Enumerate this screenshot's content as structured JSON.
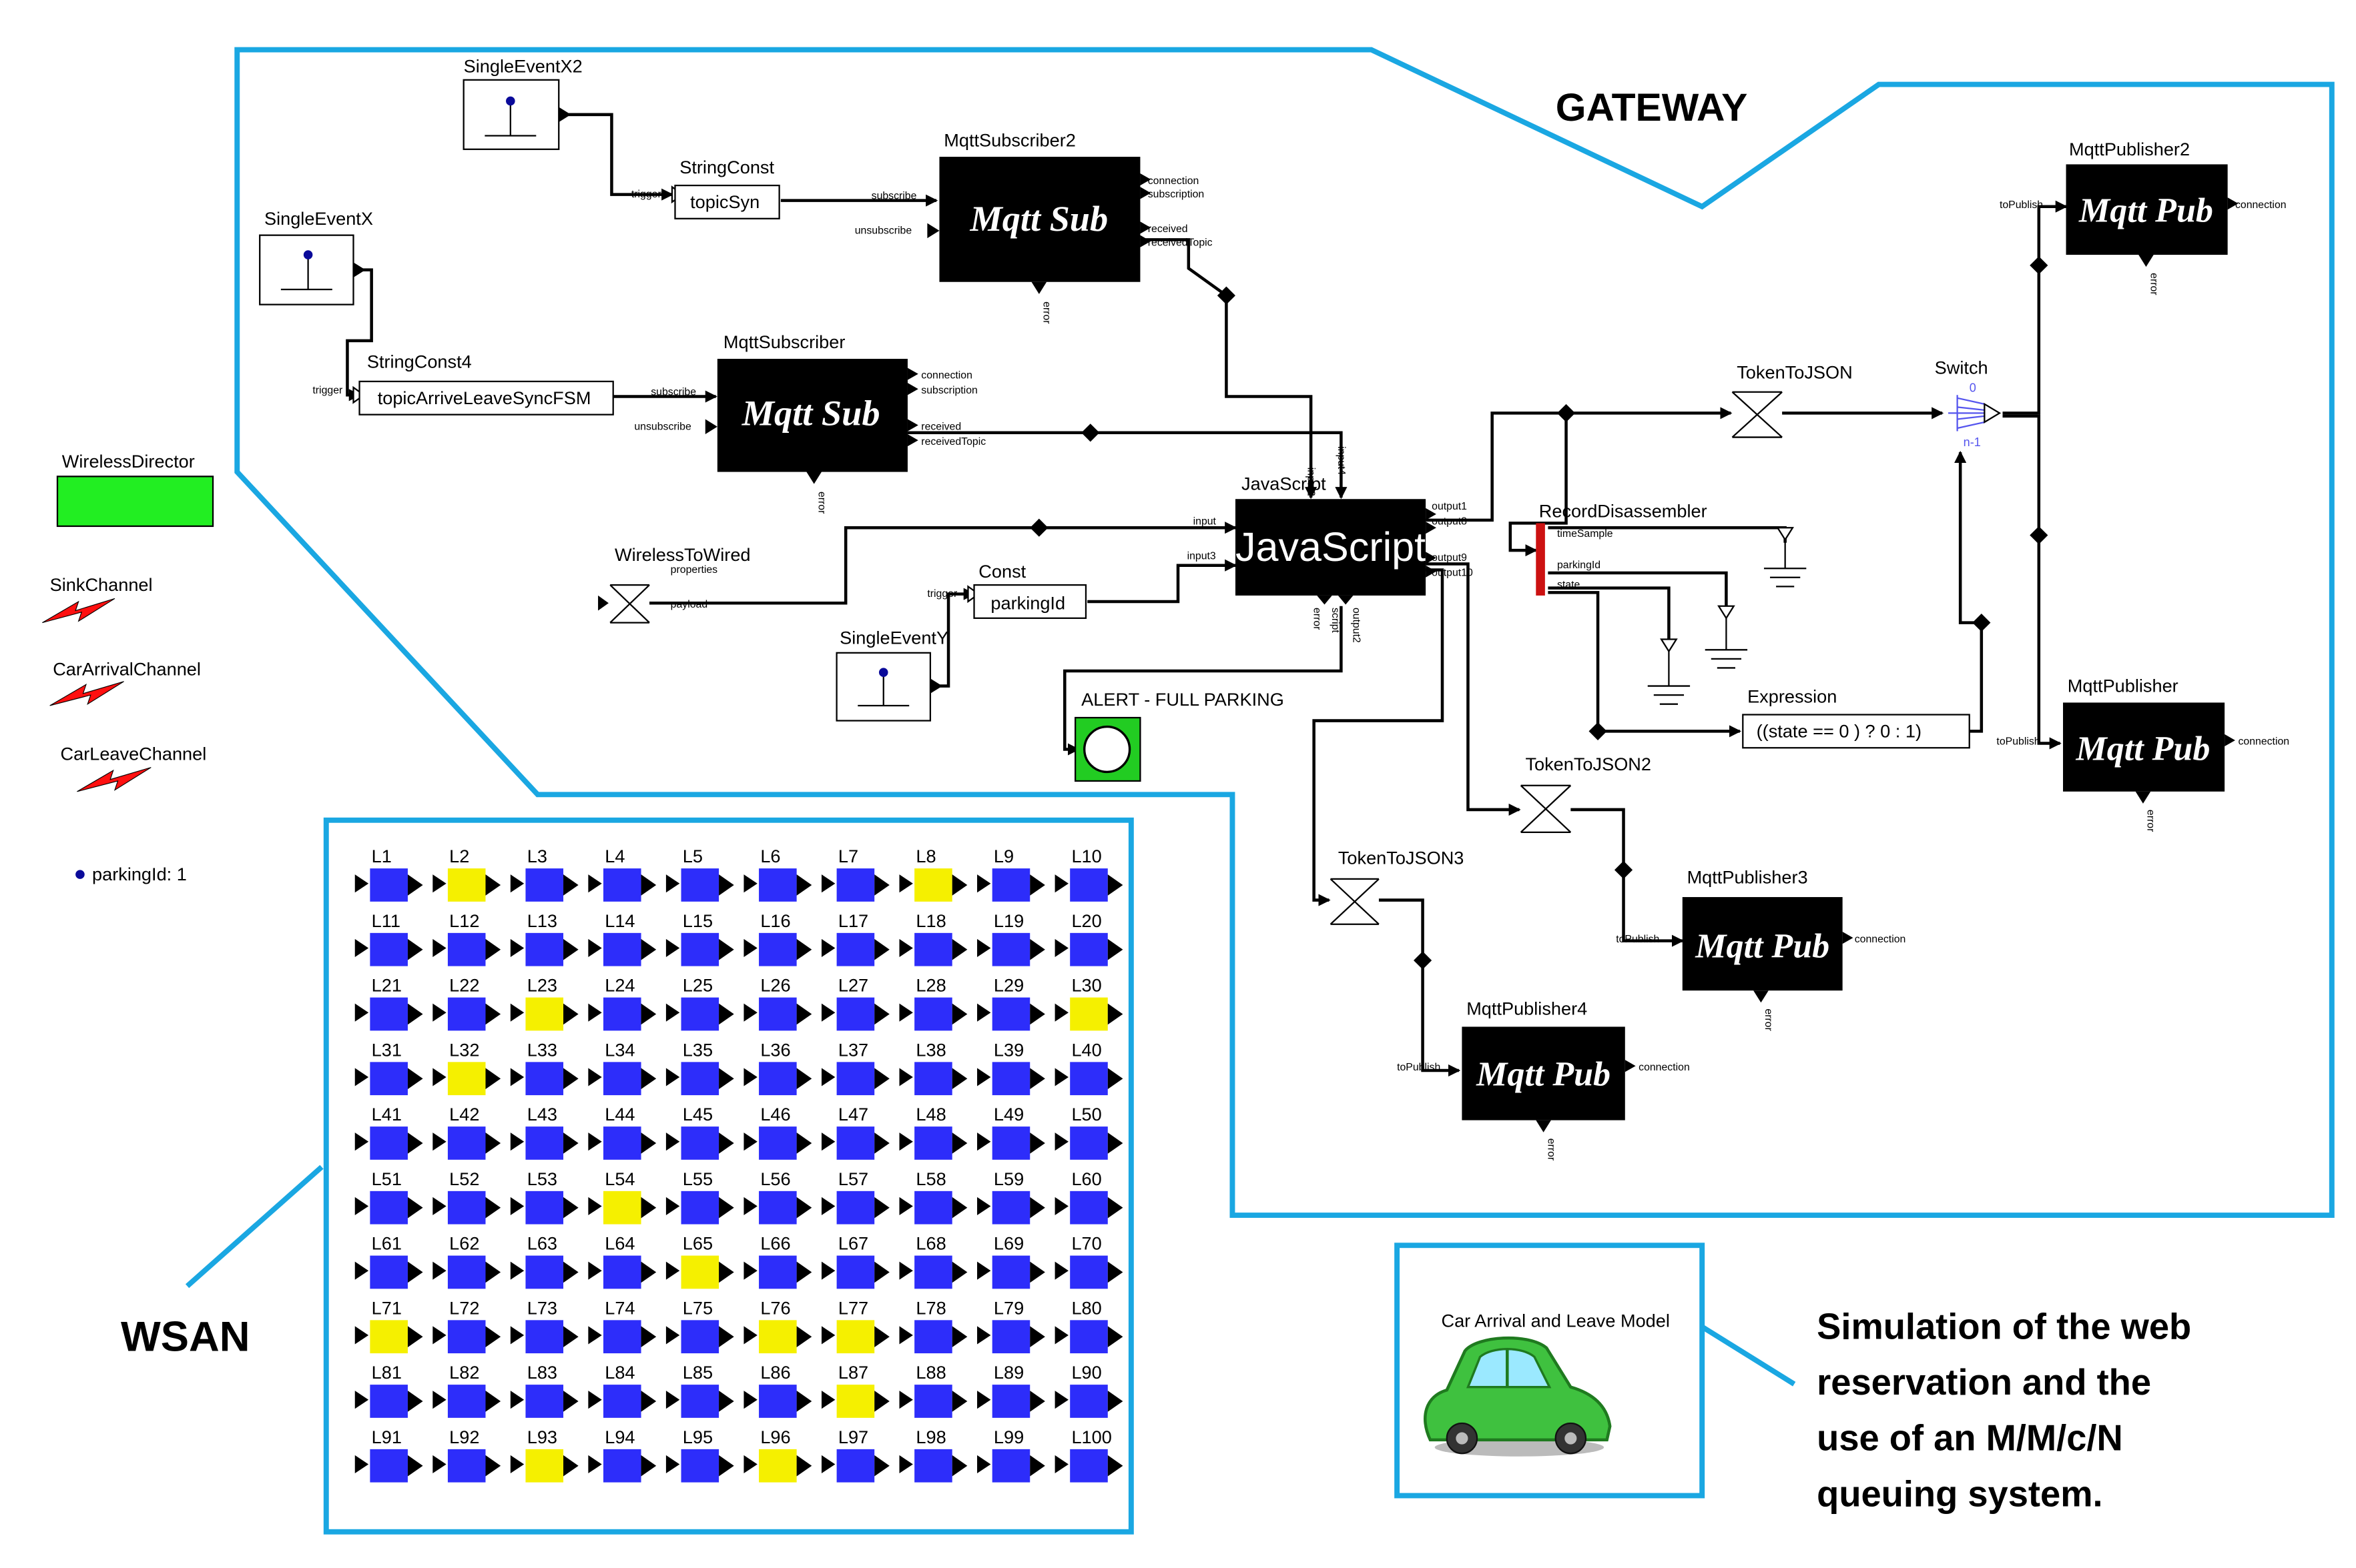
{
  "colors": {
    "frame": "#1aa7e2",
    "actor": "#000000",
    "cell_free": "#2d2dfa",
    "cell_occupied": "#f5f000",
    "director": "#22ee22",
    "alert_bg": "#22cc22",
    "lightning": "#ff1010",
    "switch": "#5555ee",
    "record_bar": "#cc1111"
  },
  "labels": {
    "gateway": "GATEWAY",
    "wsan": "WSAN",
    "caption": [
      "Simulation of the web",
      "reservation and the",
      "use of an M/M/c/N",
      "queuing system."
    ]
  },
  "palette": {
    "wireless_director": "WirelessDirector",
    "sink_channel": "SinkChannel",
    "car_arrival_channel": "CarArrivalChannel",
    "car_leave_channel": "CarLeaveChannel",
    "parameter": "parkingId: 1"
  },
  "actors": {
    "single_event_x2": "SingleEventX2",
    "single_event_x": "SingleEventX",
    "single_event_y": "SingleEventY",
    "string_const": {
      "title": "StringConst",
      "value": "topicSyn"
    },
    "string_const4": {
      "title": "StringConst4",
      "value": "topicArriveLeaveSyncFSM"
    },
    "const": {
      "title": "Const",
      "value": "parkingId"
    },
    "mqtt_subscriber2": {
      "title": "MqttSubscriber2",
      "text": "Mqtt Sub"
    },
    "mqtt_subscriber": {
      "title": "MqttSubscriber",
      "text": "Mqtt Sub"
    },
    "wireless_to_wired": "WirelessToWired",
    "javascript": {
      "title": "JavaScript",
      "text": "JavaScript"
    },
    "alert": "ALERT - FULL PARKING",
    "token_to_json": "TokenToJSON",
    "token_to_json2": "TokenToJSON2",
    "token_to_json3": "TokenToJSON3",
    "record_disassembler": "RecordDisassembler",
    "expression": {
      "title": "Expression",
      "value": "((state == 0 ) ? 0 : 1)"
    },
    "switch": "Switch",
    "mqtt_publisher2": {
      "title": "MqttPublisher2",
      "text": "Mqtt Pub"
    },
    "mqtt_publisher": {
      "title": "MqttPublisher",
      "text": "Mqtt Pub"
    },
    "mqtt_publisher3": {
      "title": "MqttPublisher3",
      "text": "Mqtt Pub"
    },
    "mqtt_publisher4": {
      "title": "MqttPublisher4",
      "text": "Mqtt Pub"
    }
  },
  "ports": {
    "trigger": "trigger",
    "subscribe": "subscribe",
    "unsubscribe": "unsubscribe",
    "connection": "connection",
    "subscription": "subscription",
    "received": "received",
    "receivedTopic": "receivedTopic",
    "error": "error",
    "input": "input",
    "input2": "input2",
    "input3": "input3",
    "input4": "input4",
    "output1": "output1",
    "output2": "output2",
    "output8": "output8",
    "output9": "output9",
    "output10": "output10",
    "script": "script",
    "properties": "properties",
    "payload": "payload",
    "timeSample": "timeSample",
    "parkingId": "parkingId",
    "state": "state",
    "toPublish": "toPublish",
    "switch_0": "0",
    "switch_n": "n-1"
  },
  "car_model_label": "Car Arrival and Leave Model",
  "wsan": {
    "cells": [
      {
        "label": "L1",
        "occupied": false
      },
      {
        "label": "L2",
        "occupied": true
      },
      {
        "label": "L3",
        "occupied": false
      },
      {
        "label": "L4",
        "occupied": false
      },
      {
        "label": "L5",
        "occupied": false
      },
      {
        "label": "L6",
        "occupied": false
      },
      {
        "label": "L7",
        "occupied": false
      },
      {
        "label": "L8",
        "occupied": true
      },
      {
        "label": "L9",
        "occupied": false
      },
      {
        "label": "L10",
        "occupied": false
      },
      {
        "label": "L11",
        "occupied": false
      },
      {
        "label": "L12",
        "occupied": false
      },
      {
        "label": "L13",
        "occupied": false
      },
      {
        "label": "L14",
        "occupied": false
      },
      {
        "label": "L15",
        "occupied": false
      },
      {
        "label": "L16",
        "occupied": false
      },
      {
        "label": "L17",
        "occupied": false
      },
      {
        "label": "L18",
        "occupied": false
      },
      {
        "label": "L19",
        "occupied": false
      },
      {
        "label": "L20",
        "occupied": false
      },
      {
        "label": "L21",
        "occupied": false
      },
      {
        "label": "L22",
        "occupied": false
      },
      {
        "label": "L23",
        "occupied": true
      },
      {
        "label": "L24",
        "occupied": false
      },
      {
        "label": "L25",
        "occupied": false
      },
      {
        "label": "L26",
        "occupied": false
      },
      {
        "label": "L27",
        "occupied": false
      },
      {
        "label": "L28",
        "occupied": false
      },
      {
        "label": "L29",
        "occupied": false
      },
      {
        "label": "L30",
        "occupied": true
      },
      {
        "label": "L31",
        "occupied": false
      },
      {
        "label": "L32",
        "occupied": true
      },
      {
        "label": "L33",
        "occupied": false
      },
      {
        "label": "L34",
        "occupied": false
      },
      {
        "label": "L35",
        "occupied": false
      },
      {
        "label": "L36",
        "occupied": false
      },
      {
        "label": "L37",
        "occupied": false
      },
      {
        "label": "L38",
        "occupied": false
      },
      {
        "label": "L39",
        "occupied": false
      },
      {
        "label": "L40",
        "occupied": false
      },
      {
        "label": "L41",
        "occupied": false
      },
      {
        "label": "L42",
        "occupied": false
      },
      {
        "label": "L43",
        "occupied": false
      },
      {
        "label": "L44",
        "occupied": false
      },
      {
        "label": "L45",
        "occupied": false
      },
      {
        "label": "L46",
        "occupied": false
      },
      {
        "label": "L47",
        "occupied": false
      },
      {
        "label": "L48",
        "occupied": false
      },
      {
        "label": "L49",
        "occupied": false
      },
      {
        "label": "L50",
        "occupied": false
      },
      {
        "label": "L51",
        "occupied": false
      },
      {
        "label": "L52",
        "occupied": false
      },
      {
        "label": "L53",
        "occupied": false
      },
      {
        "label": "L54",
        "occupied": true
      },
      {
        "label": "L55",
        "occupied": false
      },
      {
        "label": "L56",
        "occupied": false
      },
      {
        "label": "L57",
        "occupied": false
      },
      {
        "label": "L58",
        "occupied": false
      },
      {
        "label": "L59",
        "occupied": false
      },
      {
        "label": "L60",
        "occupied": false
      },
      {
        "label": "L61",
        "occupied": false
      },
      {
        "label": "L62",
        "occupied": false
      },
      {
        "label": "L63",
        "occupied": false
      },
      {
        "label": "L64",
        "occupied": false
      },
      {
        "label": "L65",
        "occupied": true
      },
      {
        "label": "L66",
        "occupied": false
      },
      {
        "label": "L67",
        "occupied": false
      },
      {
        "label": "L68",
        "occupied": false
      },
      {
        "label": "L69",
        "occupied": false
      },
      {
        "label": "L70",
        "occupied": false
      },
      {
        "label": "L71",
        "occupied": true
      },
      {
        "label": "L72",
        "occupied": false
      },
      {
        "label": "L73",
        "occupied": false
      },
      {
        "label": "L74",
        "occupied": false
      },
      {
        "label": "L75",
        "occupied": false
      },
      {
        "label": "L76",
        "occupied": true
      },
      {
        "label": "L77",
        "occupied": true
      },
      {
        "label": "L78",
        "occupied": false
      },
      {
        "label": "L79",
        "occupied": false
      },
      {
        "label": "L80",
        "occupied": false
      },
      {
        "label": "L81",
        "occupied": false
      },
      {
        "label": "L82",
        "occupied": false
      },
      {
        "label": "L83",
        "occupied": false
      },
      {
        "label": "L84",
        "occupied": false
      },
      {
        "label": "L85",
        "occupied": false
      },
      {
        "label": "L86",
        "occupied": false
      },
      {
        "label": "L87",
        "occupied": true
      },
      {
        "label": "L88",
        "occupied": false
      },
      {
        "label": "L89",
        "occupied": false
      },
      {
        "label": "L90",
        "occupied": false
      },
      {
        "label": "L91",
        "occupied": false
      },
      {
        "label": "L92",
        "occupied": false
      },
      {
        "label": "L93",
        "occupied": true
      },
      {
        "label": "L94",
        "occupied": false
      },
      {
        "label": "L95",
        "occupied": false
      },
      {
        "label": "L96",
        "occupied": true
      },
      {
        "label": "L97",
        "occupied": false
      },
      {
        "label": "L98",
        "occupied": false
      },
      {
        "label": "L99",
        "occupied": false
      },
      {
        "label": "L100",
        "occupied": false
      }
    ]
  }
}
